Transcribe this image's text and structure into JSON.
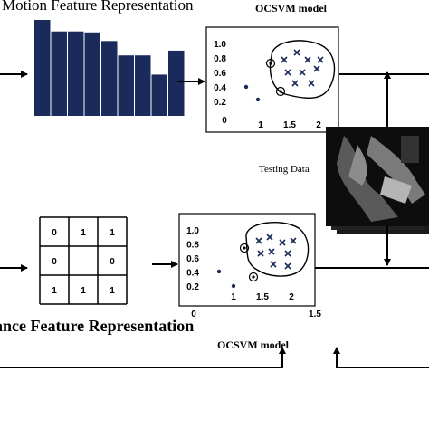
{
  "labels": {
    "motion_title": "Motion Feature Representation",
    "appearance_title": "ance Feature Representation",
    "ocsvm_top": "OCSVM model",
    "ocsvm_bottom": "OCSVM model",
    "testing_data": "Testing Data"
  },
  "histogram": {
    "values": [
      1.0,
      0.88,
      0.88,
      0.87,
      0.78,
      0.63,
      0.63,
      0.43,
      0.68
    ],
    "color": "#1a2a5a"
  },
  "grid": {
    "cells": [
      [
        "0",
        "1",
        "1"
      ],
      [
        "0",
        "",
        "0"
      ],
      [
        "1",
        "1",
        "1"
      ]
    ]
  },
  "plot_top": {
    "y_ticks": [
      "1.0",
      "0.8",
      "0.6",
      "0.4",
      "0.2"
    ],
    "x_ticks": [
      "1",
      "1.5",
      "2"
    ],
    "origin": "0"
  },
  "plot_bottom": {
    "y_ticks": [
      "1.0",
      "0.8",
      "0.6",
      "0.4",
      "0.2"
    ],
    "x_ticks": [
      "1",
      "1.5",
      "2"
    ],
    "origin": "0",
    "x_extra": "1.5"
  },
  "colors": {
    "cross": "#1a2a5a",
    "frame": "#000000"
  }
}
